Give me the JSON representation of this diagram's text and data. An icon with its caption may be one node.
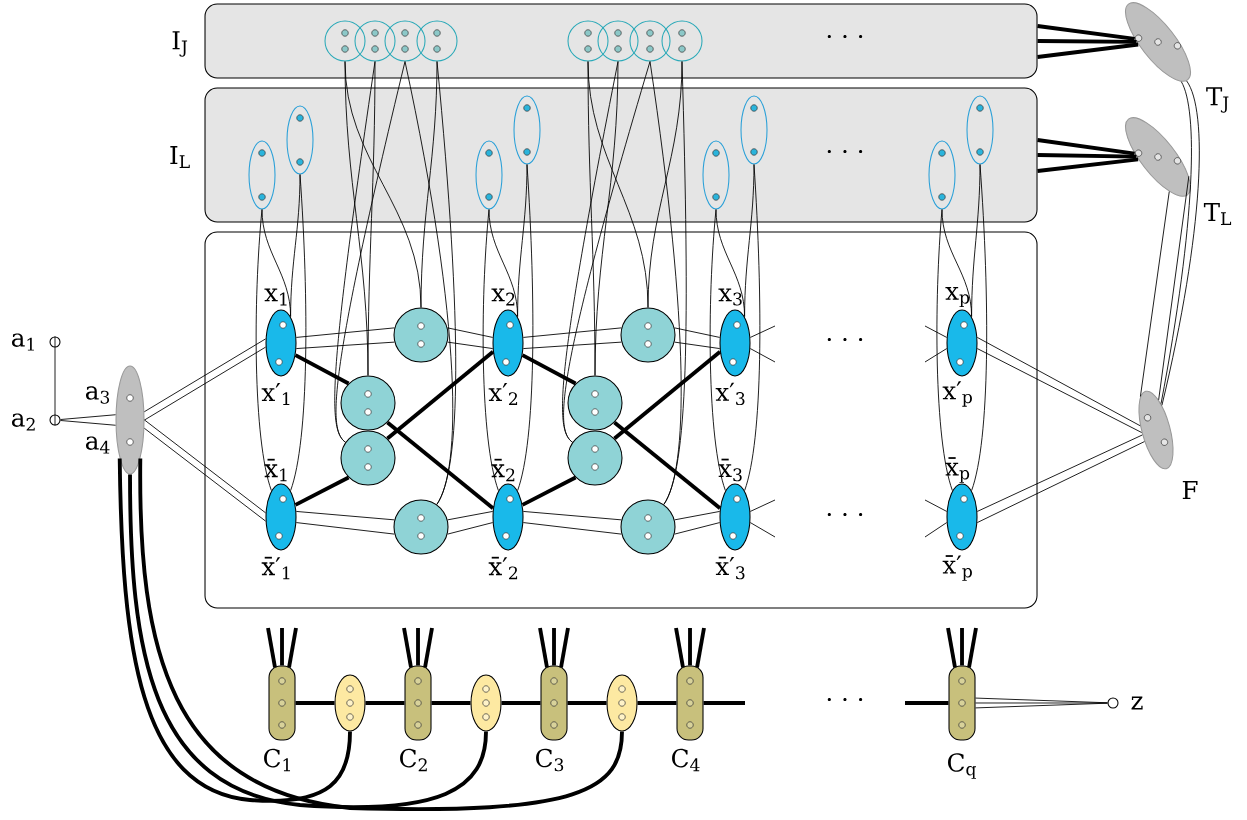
{
  "diagram": {
    "nodes": [
      {
        "text": [
          "I$_{J}$"
        ]
      },
      {
        "text": [
          "I$_{L}$"
        ]
      },
      {
        "text": [],
        "shape": "box"
      },
      {
        "text": [],
        "shape": "circle",
        "in": 0
      },
      {
        "text": [],
        "shape": "circle",
        "in": 0
      },
      {
        "text": [],
        "shape": "circle",
        "in": 0
      },
      {
        "text": [],
        "shape": "circle",
        "in": 0
      },
      {
        "text": [],
        "shape": "circle",
        "in": 0
      },
      {
        "text": [],
        "shape": "circle",
        "in": 0
      },
      {
        "text": [],
        "shape": "circle",
        "in": 0
      },
      {
        "text": [],
        "shape": "circle",
        "in": 0
      },
      {
        "text": [],
        "shape": "ellipse",
        "in": 1
      },
      {
        "text": [],
        "shape": "ellipse",
        "in": 1
      },
      {
        "text": [],
        "shape": "ellipse",
        "in": 1
      },
      {
        "text": [],
        "shape": "ellipse",
        "in": 1
      },
      {
        "text": [],
        "shape": "ellipse",
        "in": 1
      },
      {
        "text": [],
        "shape": "ellipse",
        "in": 1
      },
      {
        "text": [],
        "shape": "ellipse",
        "in": 1
      },
      {
        "text": [],
        "shape": "ellipse",
        "in": 1
      },
      {
        "text": [
          "x$_{1}$",
          "x′$_{1}$"
        ],
        "in": 2
      },
      {
        "text": [
          "x̄$_{1}$",
          "x̄′$_{1}$"
        ],
        "in": 2
      },
      {
        "text": [
          "x$_{2}$",
          "x′$_{2}$"
        ],
        "in": 2
      },
      {
        "text": [
          "x̄$_{2}$",
          "x̄′$_{2}$"
        ],
        "in": 2
      },
      {
        "text": [
          "x$_{3}$",
          "x′$_{3}$"
        ],
        "in": 2
      },
      {
        "text": [
          "x̄$_{3}$",
          "x̄′$_{3}$"
        ],
        "in": 2
      },
      {
        "text": [
          "x$_{p}$",
          "x′$_{p}$"
        ],
        "in": 2
      },
      {
        "text": [
          "x̄$_{p}$",
          "x̄′$_{p}$"
        ],
        "in": 2
      },
      {
        "text": [],
        "shape": "circle",
        "in": 2
      },
      {
        "text": [],
        "shape": "circle",
        "in": 2
      },
      {
        "text": [],
        "shape": "circle",
        "in": 2
      },
      {
        "text": [],
        "shape": "circle",
        "in": 2
      },
      {
        "text": [],
        "shape": "circle",
        "in": 2
      },
      {
        "text": [],
        "shape": "circle",
        "in": 2
      },
      {
        "text": [],
        "shape": "circle",
        "in": 2
      },
      {
        "text": [],
        "shape": "circle",
        "in": 2
      },
      {
        "text": [
          "a$_{1}$"
        ]
      },
      {
        "text": [
          "a$_{2}$"
        ]
      },
      {
        "text": [
          "a$_{3}$",
          "a$_{4}$"
        ]
      },
      {
        "text": [
          "T$_{J}$"
        ]
      },
      {
        "text": [
          "T$_{L}$"
        ]
      },
      {
        "text": [
          "F"
        ]
      },
      {
        "text": [
          "C$_{1}$"
        ]
      },
      {
        "text": [],
        "shape": "ellipse"
      },
      {
        "text": [
          "C$_{2}$"
        ]
      },
      {
        "text": [],
        "shape": "ellipse"
      },
      {
        "text": [
          "C$_{3}$"
        ]
      },
      {
        "text": [],
        "shape": "ellipse"
      },
      {
        "text": [
          "C$_{4}$"
        ]
      },
      {
        "text": [
          "C$_{q}$"
        ]
      },
      {
        "text": [
          "z"
        ]
      }
    ],
    "edges": [
      {
        "from": 35,
        "to": 36,
        "arrow": "none"
      },
      {
        "from": 36,
        "to": 37,
        "arrow": "none"
      },
      {
        "from": 36,
        "to": 37,
        "arrow": "none"
      },
      {
        "from": 37,
        "to": 19,
        "arrow": "none"
      },
      {
        "from": 37,
        "to": 19,
        "arrow": "none"
      },
      {
        "from": 37,
        "to": 20,
        "arrow": "none"
      },
      {
        "from": 37,
        "to": 20,
        "arrow": "none"
      },
      {
        "from": 37,
        "to": 42,
        "arrow": "none",
        "style": "thick"
      },
      {
        "from": 37,
        "to": 44,
        "arrow": "none",
        "style": "thick"
      },
      {
        "from": 37,
        "to": 46,
        "arrow": "none",
        "style": "thick"
      },
      {
        "from": 19,
        "to": 28,
        "arrow": "none",
        "style": "thick"
      },
      {
        "from": 28,
        "to": 22,
        "arrow": "none",
        "style": "thick"
      },
      {
        "from": 20,
        "to": 29,
        "arrow": "none",
        "style": "thick"
      },
      {
        "from": 29,
        "to": 21,
        "arrow": "none",
        "style": "thick"
      },
      {
        "from": 21,
        "to": 32,
        "arrow": "none",
        "style": "thick"
      },
      {
        "from": 32,
        "to": 24,
        "arrow": "none",
        "style": "thick"
      },
      {
        "from": 22,
        "to": 33,
        "arrow": "none",
        "style": "thick"
      },
      {
        "from": 33,
        "to": 23,
        "arrow": "none",
        "style": "thick"
      },
      {
        "from": 19,
        "to": 27,
        "arrow": "none"
      },
      {
        "from": 19,
        "to": 27,
        "arrow": "none"
      },
      {
        "from": 27,
        "to": 21,
        "arrow": "none"
      },
      {
        "from": 27,
        "to": 21,
        "arrow": "none"
      },
      {
        "from": 20,
        "to": 30,
        "arrow": "none"
      },
      {
        "from": 20,
        "to": 30,
        "arrow": "none"
      },
      {
        "from": 30,
        "to": 22,
        "arrow": "none"
      },
      {
        "from": 30,
        "to": 22,
        "arrow": "none"
      },
      {
        "from": 21,
        "to": 31,
        "arrow": "none"
      },
      {
        "from": 21,
        "to": 31,
        "arrow": "none"
      },
      {
        "from": 31,
        "to": 23,
        "arrow": "none"
      },
      {
        "from": 31,
        "to": 23,
        "arrow": "none"
      },
      {
        "from": 22,
        "to": 34,
        "arrow": "none"
      },
      {
        "from": 22,
        "to": 34,
        "arrow": "none"
      },
      {
        "from": 34,
        "to": 24,
        "arrow": "none"
      },
      {
        "from": 34,
        "to": 24,
        "arrow": "none"
      },
      {
        "from": 23,
        "to": null,
        "arrow": "none"
      },
      {
        "from": 23,
        "to": null,
        "arrow": "none"
      },
      {
        "from": 24,
        "to": null,
        "arrow": "none"
      },
      {
        "from": 24,
        "to": null,
        "arrow": "none"
      },
      {
        "from": null,
        "to": 25,
        "arrow": "none"
      },
      {
        "from": null,
        "to": 25,
        "arrow": "none"
      },
      {
        "from": null,
        "to": 26,
        "arrow": "none"
      },
      {
        "from": null,
        "to": 26,
        "arrow": "none"
      },
      {
        "from": 25,
        "to": 40,
        "arrow": "none"
      },
      {
        "from": 25,
        "to": 40,
        "arrow": "none"
      },
      {
        "from": 26,
        "to": 40,
        "arrow": "none"
      },
      {
        "from": 26,
        "to": 40,
        "arrow": "none"
      },
      {
        "from": 0,
        "to": 38,
        "arrow": "none",
        "style": "thick"
      },
      {
        "from": 0,
        "to": 38,
        "arrow": "none",
        "style": "thick"
      },
      {
        "from": 0,
        "to": 38,
        "arrow": "none",
        "style": "thick"
      },
      {
        "from": 1,
        "to": 39,
        "arrow": "none",
        "style": "thick"
      },
      {
        "from": 1,
        "to": 39,
        "arrow": "none",
        "style": "thick"
      },
      {
        "from": 1,
        "to": 39,
        "arrow": "none",
        "style": "thick"
      },
      {
        "from": 38,
        "to": 40,
        "arrow": "none"
      },
      {
        "from": 38,
        "to": 40,
        "arrow": "none"
      },
      {
        "from": 39,
        "to": 40,
        "arrow": "none"
      },
      {
        "from": 39,
        "to": 40,
        "arrow": "none"
      },
      {
        "from": 11,
        "to": 19,
        "arrow": "none"
      },
      {
        "from": 11,
        "to": 20,
        "arrow": "none"
      },
      {
        "from": 12,
        "to": 19,
        "arrow": "none"
      },
      {
        "from": 12,
        "to": 20,
        "arrow": "none"
      },
      {
        "from": 13,
        "to": 21,
        "arrow": "none"
      },
      {
        "from": 13,
        "to": 22,
        "arrow": "none"
      },
      {
        "from": 14,
        "to": 21,
        "arrow": "none"
      },
      {
        "from": 14,
        "to": 22,
        "arrow": "none"
      },
      {
        "from": 15,
        "to": 23,
        "arrow": "none"
      },
      {
        "from": 15,
        "to": 24,
        "arrow": "none"
      },
      {
        "from": 16,
        "to": 23,
        "arrow": "none"
      },
      {
        "from": 16,
        "to": 24,
        "arrow": "none"
      },
      {
        "from": 17,
        "to": 25,
        "arrow": "none"
      },
      {
        "from": 17,
        "to": 26,
        "arrow": "none"
      },
      {
        "from": 18,
        "to": 25,
        "arrow": "none"
      },
      {
        "from": 18,
        "to": 26,
        "arrow": "none"
      },
      {
        "from": 3,
        "to": 27,
        "arrow": "none"
      },
      {
        "from": 3,
        "to": 28,
        "arrow": "none"
      },
      {
        "from": 4,
        "to": 28,
        "arrow": "none"
      },
      {
        "from": 4,
        "to": 29,
        "arrow": "none"
      },
      {
        "from": 5,
        "to": 29,
        "arrow": "none"
      },
      {
        "from": 5,
        "to": 30,
        "arrow": "none"
      },
      {
        "from": 6,
        "to": 30,
        "arrow": "none"
      },
      {
        "from": 6,
        "to": 27,
        "arrow": "none"
      },
      {
        "from": 7,
        "to": 31,
        "arrow": "none"
      },
      {
        "from": 7,
        "to": 32,
        "arrow": "none"
      },
      {
        "from": 8,
        "to": 32,
        "arrow": "none"
      },
      {
        "from": 8,
        "to": 33,
        "arrow": "none"
      },
      {
        "from": 9,
        "to": 33,
        "arrow": "none"
      },
      {
        "from": 9,
        "to": 34,
        "arrow": "none"
      },
      {
        "from": 10,
        "to": 34,
        "arrow": "none"
      },
      {
        "from": 10,
        "to": 31,
        "arrow": "none"
      },
      {
        "from": 41,
        "to": 42,
        "arrow": "none",
        "style": "thick"
      },
      {
        "from": 42,
        "to": 43,
        "arrow": "none",
        "style": "thick"
      },
      {
        "from": 43,
        "to": 44,
        "arrow": "none",
        "style": "thick"
      },
      {
        "from": 44,
        "to": 45,
        "arrow": "none",
        "style": "thick"
      },
      {
        "from": 45,
        "to": 46,
        "arrow": "none",
        "style": "thick"
      },
      {
        "from": 46,
        "to": 47,
        "arrow": "none",
        "style": "thick"
      },
      {
        "from": 47,
        "to": null,
        "arrow": "none",
        "style": "thick"
      },
      {
        "from": null,
        "to": 48,
        "arrow": "none",
        "style": "thick"
      },
      {
        "from": 48,
        "to": 49,
        "arrow": "none"
      },
      {
        "from": 48,
        "to": 49,
        "arrow": "none"
      },
      {
        "from": 48,
        "to": 49,
        "arrow": "none"
      },
      {
        "from": 41,
        "to": null,
        "arrow": "none",
        "style": "thick"
      },
      {
        "from": 41,
        "to": null,
        "arrow": "none",
        "style": "thick"
      },
      {
        "from": 41,
        "to": null,
        "arrow": "none",
        "style": "thick"
      },
      {
        "from": 43,
        "to": null,
        "arrow": "none",
        "style": "thick"
      },
      {
        "from": 43,
        "to": null,
        "arrow": "none",
        "style": "thick"
      },
      {
        "from": 43,
        "to": null,
        "arrow": "none",
        "style": "thick"
      },
      {
        "from": 45,
        "to": null,
        "arrow": "none",
        "style": "thick"
      },
      {
        "from": 45,
        "to": null,
        "arrow": "none",
        "style": "thick"
      },
      {
        "from": 45,
        "to": null,
        "arrow": "none",
        "style": "thick"
      },
      {
        "from": 47,
        "to": null,
        "arrow": "none",
        "style": "thick"
      },
      {
        "from": 47,
        "to": null,
        "arrow": "none",
        "style": "thick"
      },
      {
        "from": 47,
        "to": null,
        "arrow": "none",
        "style": "thick"
      },
      {
        "from": 48,
        "to": null,
        "arrow": "none",
        "style": "thick"
      },
      {
        "from": 48,
        "to": null,
        "arrow": "none",
        "style": "thick"
      },
      {
        "from": 48,
        "to": null,
        "arrow": "none",
        "style": "thick"
      }
    ],
    "labels": [
      "· · ·",
      "· · ·",
      "· · ·",
      "· · ·",
      "· · ·"
    ]
  }
}
